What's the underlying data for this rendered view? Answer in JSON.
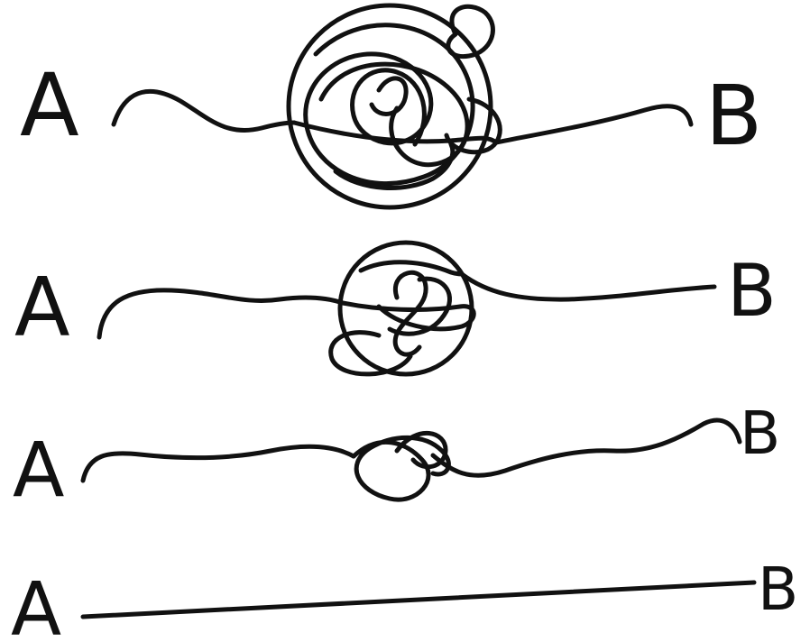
{
  "colors": {
    "ink": "#111111",
    "background": "#ffffff"
  },
  "rows": [
    {
      "start_label": "A",
      "end_label": "B",
      "tangle_level": "heavy"
    },
    {
      "start_label": "A",
      "end_label": "B",
      "tangle_level": "medium"
    },
    {
      "start_label": "A",
      "end_label": "B",
      "tangle_level": "light"
    },
    {
      "start_label": "A",
      "end_label": "B",
      "tangle_level": "none"
    }
  ]
}
